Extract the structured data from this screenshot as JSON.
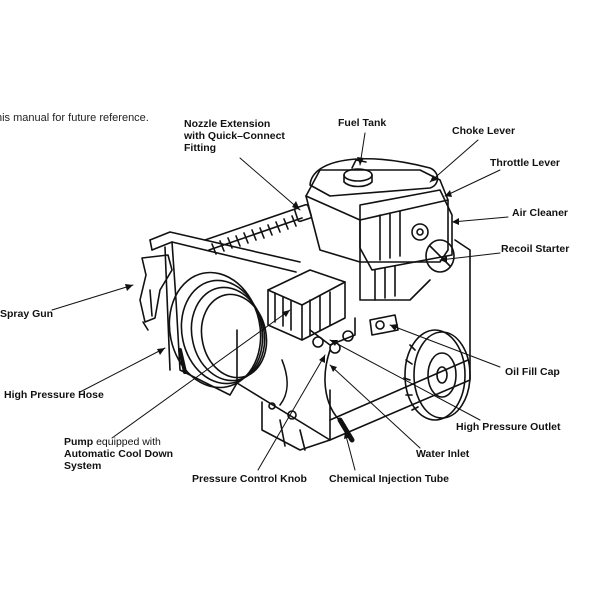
{
  "intro_fragment": "his manual for future reference.",
  "labels": {
    "nozzle_extension": "Nozzle Extension\nwith Quick–Connect\nFitting",
    "fuel_tank": "Fuel Tank",
    "choke_lever": "Choke Lever",
    "throttle_lever": "Throttle Lever",
    "air_cleaner": "Air Cleaner",
    "recoil_starter": "Recoil Starter",
    "spray_gun": "Spray Gun",
    "oil_fill_cap": "Oil Fill Cap",
    "high_pressure_hose": "High Pressure Hose",
    "high_pressure_outlet": "High Pressure Outlet",
    "pump_bold": "Pump",
    "pump_rest": " equipped with",
    "pump_line2": "Automatic Cool Down",
    "pump_line3": "System",
    "water_inlet": "Water Inlet",
    "pressure_control_knob": "Pressure Control Knob",
    "chemical_injection_tube": "Chemical Injection Tube"
  }
}
